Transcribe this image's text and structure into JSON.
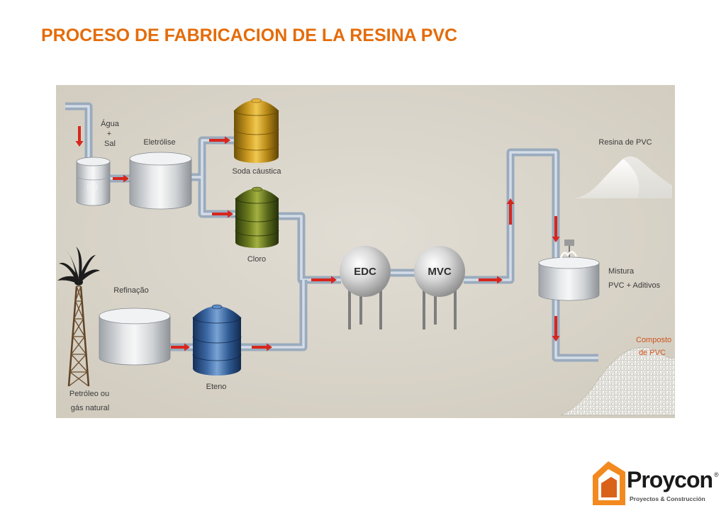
{
  "slide": {
    "title": "PROCESO DE FABRICACION DE LA RESINA PVC"
  },
  "diagram": {
    "labels": {
      "water_salt": [
        "Água",
        "+",
        "Sal"
      ],
      "salt_tank": "Sal",
      "electrolysis": "Eletrólise",
      "caustic_soda": "Soda cáustica",
      "chlorine": "Cloro",
      "refining": "Refinação",
      "oil_gas": [
        "Petróleo ou",
        "gás natural"
      ],
      "ethylene": "Eteno",
      "edc": "EDC",
      "mvc": "MVC",
      "pvc_resin": "Resina de PVC",
      "mixture": [
        "Mistura",
        "PVC + Aditivos"
      ],
      "pvc_compound": [
        "Composto",
        "de PVC"
      ]
    }
  },
  "logo": {
    "icon": "house-icon",
    "name": "Proycon",
    "registered": "®",
    "tagline": "Proyectos & Construcción"
  },
  "colors": {
    "title": "#E46C0A",
    "flow_arrow": "#D8261C",
    "pipe": "#9AABBD",
    "compound_label": "#D0541E",
    "logo_orange": "#F28A1F"
  }
}
